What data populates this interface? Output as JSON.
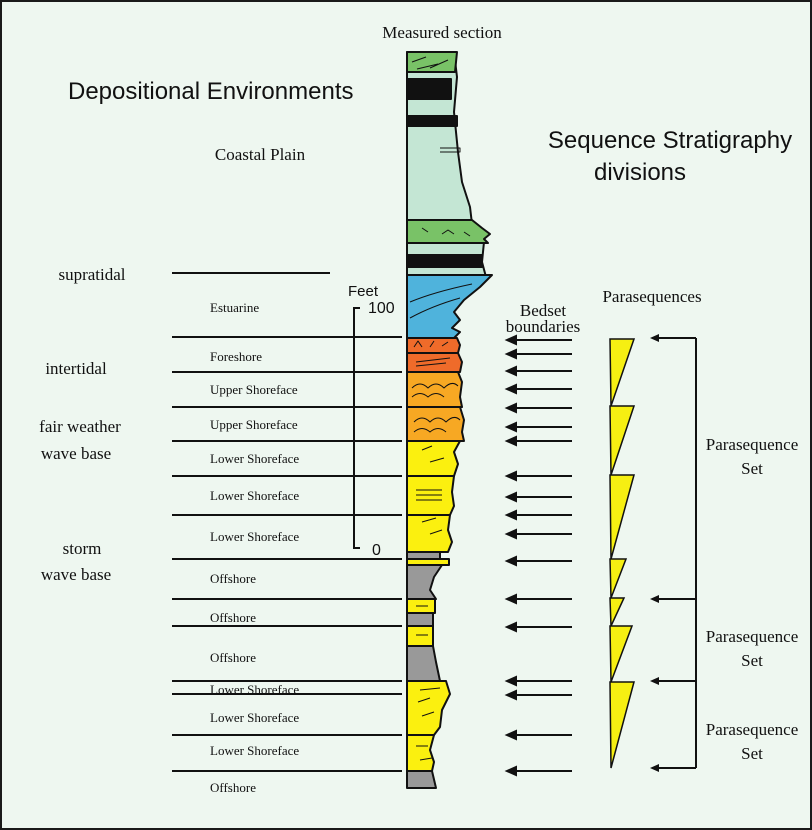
{
  "header": {
    "section_title": "Measured section",
    "depositional_title": "Depositional Environments",
    "sequence_title_line1": "Sequence Stratigraphy",
    "sequence_title_line2": "divisions"
  },
  "environments": {
    "coastal_plain": "Coastal Plain",
    "supratidal": "supratidal",
    "intertidal": "intertidal",
    "fair_weather_line1": "fair weather",
    "fair_weather_line2": "wave base",
    "storm_line1": "storm",
    "storm_line2": "wave base"
  },
  "facies": [
    "Estuarine",
    "Foreshore",
    "Upper Shoreface",
    "Upper Shoreface",
    "Lower Shoreface",
    "Lower Shoreface",
    "Lower Shoreface",
    "Offshore",
    "Offshore",
    "Offshore",
    "Lower Shoreface",
    "Lower Shoreface",
    "Lower Shoreface",
    "Offshore"
  ],
  "scale": {
    "label": "Feet",
    "top": "100",
    "bottom": "0"
  },
  "sequence": {
    "parasequences_label": "Parasequences",
    "bedset_line1": "Bedset",
    "bedset_line2": "boundaries",
    "sets": [
      {
        "line1": "Parasequence",
        "line2": "Set"
      },
      {
        "line1": "Parasequence",
        "line2": "Set"
      },
      {
        "line1": "Parasequence",
        "line2": "Set"
      }
    ]
  },
  "colors": {
    "background": "#eef7f0",
    "coastal_plain": "#c4e6d4",
    "green_bed": "#79c267",
    "coal": "#111111",
    "estuarine": "#4fb3dc",
    "foreshore": "#ef6b2a",
    "upper_shoreface": "#f7a823",
    "lower_shoreface": "#fbf00f",
    "offshore": "#999999",
    "parasequence_fill": "#f6ef12"
  }
}
